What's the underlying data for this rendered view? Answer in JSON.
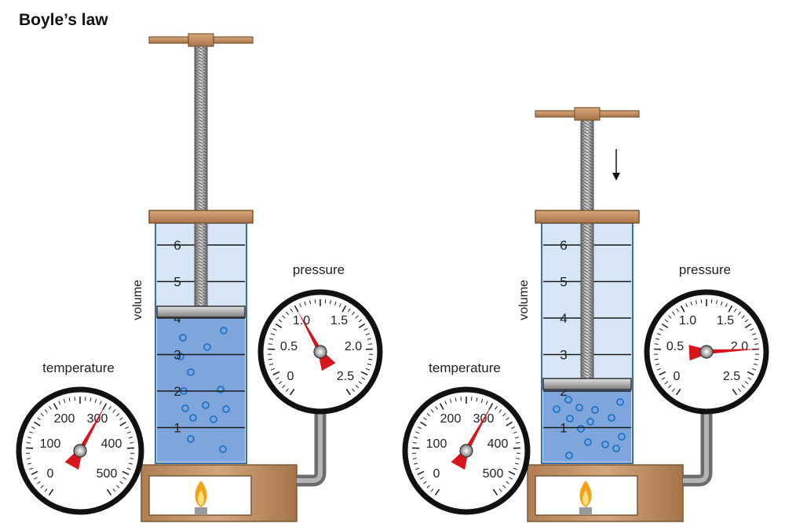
{
  "title": "Boyle’s law",
  "left": {
    "volume_label": "volume",
    "pressure_label": "pressure",
    "temperature_label": "temperature",
    "volume_ticks": [
      "6",
      "5",
      "4",
      "3",
      "2",
      "1"
    ],
    "pressure_dial": [
      "1.0",
      "1.5",
      "0.5",
      "2.0",
      "0",
      "2.5"
    ],
    "temperature_dial": [
      "200",
      "300",
      "100",
      "400",
      "0",
      "500"
    ],
    "gas_volume": 4,
    "pressure_reading": 1.0,
    "temperature_reading": 300
  },
  "right": {
    "volume_label": "volume",
    "pressure_label": "pressure",
    "temperature_label": "temperature",
    "volume_ticks": [
      "6",
      "5",
      "4",
      "3",
      "2",
      "1"
    ],
    "pressure_dial": [
      "1.0",
      "1.5",
      "0.5",
      "2.0",
      "0",
      "2.5"
    ],
    "temperature_dial": [
      "200",
      "300",
      "100",
      "400",
      "0",
      "500"
    ],
    "gas_volume": 2,
    "pressure_reading": 2.0,
    "temperature_reading": 300
  },
  "colors": {
    "copper": "#c8966a",
    "gas": "#7fa6dc",
    "tube": "#d6e6f6",
    "needle": "#d8141c",
    "dot": "#1e73c8"
  }
}
